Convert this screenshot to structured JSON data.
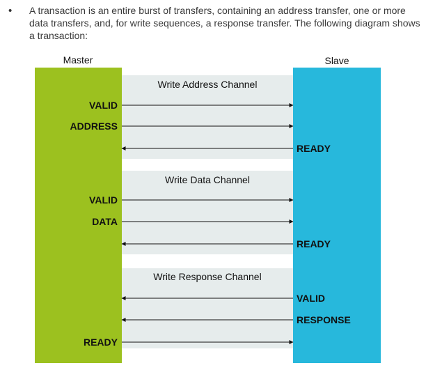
{
  "paragraph": {
    "bullet": "•",
    "text": "A transaction is an entire burst of transfers, containing an address transfer, one or more data transfers, and, for write sequences, a response transfer. The following diagram shows a transaction:"
  },
  "diagram": {
    "master_label": "Master",
    "slave_label": "Slave",
    "colors": {
      "master": "#9cc11f",
      "slave": "#27b8dc",
      "channel": "#e6ecec",
      "text": "#111111"
    },
    "channels": [
      {
        "title": "Write Address Channel",
        "signals": [
          {
            "label": "VALID",
            "side": "master",
            "direction": "to-slave"
          },
          {
            "label": "ADDRESS",
            "side": "master",
            "direction": "to-slave"
          },
          {
            "label": "READY",
            "side": "slave",
            "direction": "to-master"
          }
        ]
      },
      {
        "title": "Write Data Channel",
        "signals": [
          {
            "label": "VALID",
            "side": "master",
            "direction": "to-slave"
          },
          {
            "label": "DATA",
            "side": "master",
            "direction": "to-slave"
          },
          {
            "label": "READY",
            "side": "slave",
            "direction": "to-master"
          }
        ]
      },
      {
        "title": "Write Response Channel",
        "signals": [
          {
            "label": "VALID",
            "side": "slave",
            "direction": "to-master"
          },
          {
            "label": "RESPONSE",
            "side": "slave",
            "direction": "to-master"
          },
          {
            "label": "READY",
            "side": "master",
            "direction": "to-slave"
          }
        ]
      }
    ]
  }
}
